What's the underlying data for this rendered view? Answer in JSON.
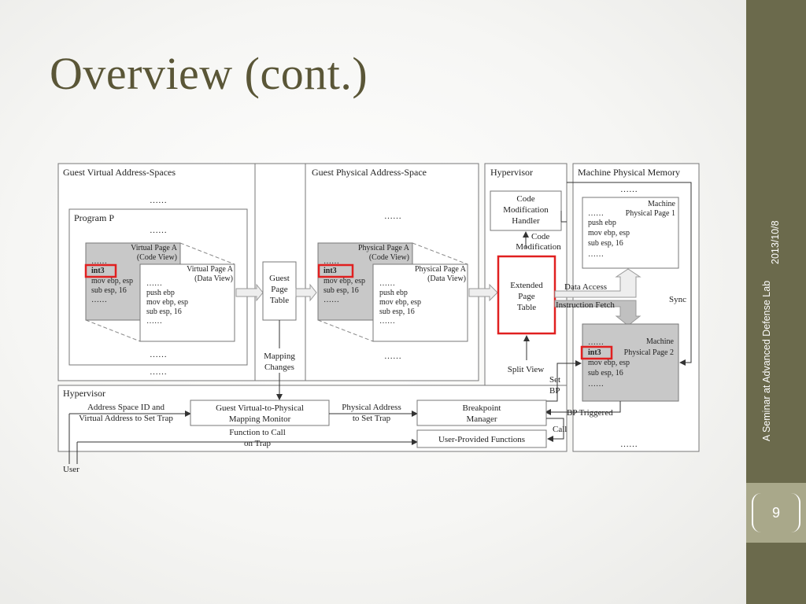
{
  "slide": {
    "title": "Overview (cont.)",
    "date": "2013/10/8",
    "org": "A Seminar at Advanced Defense Lab",
    "page_number": "9"
  },
  "diagram": {
    "sections": {
      "guest_virtual": "Guest Virtual Address-Spaces",
      "guest_physical": "Guest Physical Address-Space",
      "hypervisor_top": "Hypervisor",
      "machine_memory": "Machine Physical Memory",
      "hypervisor_bottom": "Hypervisor"
    },
    "program_label": "Program P",
    "ellipsis": "……",
    "virtual_page_code": [
      "Virtual Page A",
      "(Code View)"
    ],
    "virtual_page_data": [
      "Virtual Page A",
      "(Data View)"
    ],
    "physical_page_code": [
      "Physical Page A",
      "(Code View)"
    ],
    "physical_page_data": [
      "Physical Page A",
      "(Data View)"
    ],
    "code_lines": [
      "int3",
      "mov ebp, esp",
      "sub esp, 16",
      "……"
    ],
    "data_lines": [
      "……",
      "push ebp",
      "mov ebp, esp",
      "sub esp, 16",
      "……"
    ],
    "guest_page_table": [
      "Guest",
      "Page",
      "Table"
    ],
    "mapping_changes": [
      "Mapping",
      "Changes"
    ],
    "code_mod_handler": [
      "Code",
      "Modification",
      "Handler"
    ],
    "code_modification": [
      "Code",
      "Modification"
    ],
    "extended_page_table": [
      "Extended",
      "Page",
      "Table"
    ],
    "data_access": "Data Access",
    "instruction_fetch": "Instruction Fetch",
    "sync": "Sync",
    "machine_page1": [
      "Machine",
      "Physical Page 1"
    ],
    "machine_page1_lines": [
      "……",
      "push ebp",
      "mov ebp, esp",
      "sub esp, 16",
      "……"
    ],
    "machine_page2": [
      "Machine",
      "Physical Page 2"
    ],
    "machine_page2_lines": [
      "int3",
      "mov ebp, esp",
      "sub esp, 16",
      "……"
    ],
    "split_view": "Split View",
    "set_bp": [
      "Set",
      "BP"
    ],
    "bp_triggered": "BP Triggered",
    "call": "Call",
    "address_space_id": [
      "Address Space ID and",
      "Virtual Address to Set Trap"
    ],
    "mapping_monitor": [
      "Guest Virtual-to-Physical",
      "Mapping Monitor"
    ],
    "physical_address": [
      "Physical Address",
      "to Set Trap"
    ],
    "breakpoint_manager": [
      "Breakpoint",
      "Manager"
    ],
    "function_to_call": [
      "Function to Call",
      "on Trap"
    ],
    "user_functions": "User-Provided Functions",
    "user": "User",
    "colors": {
      "highlight": "#e02020",
      "gray_fill": "#c8c8c8",
      "line": "#444444"
    }
  }
}
